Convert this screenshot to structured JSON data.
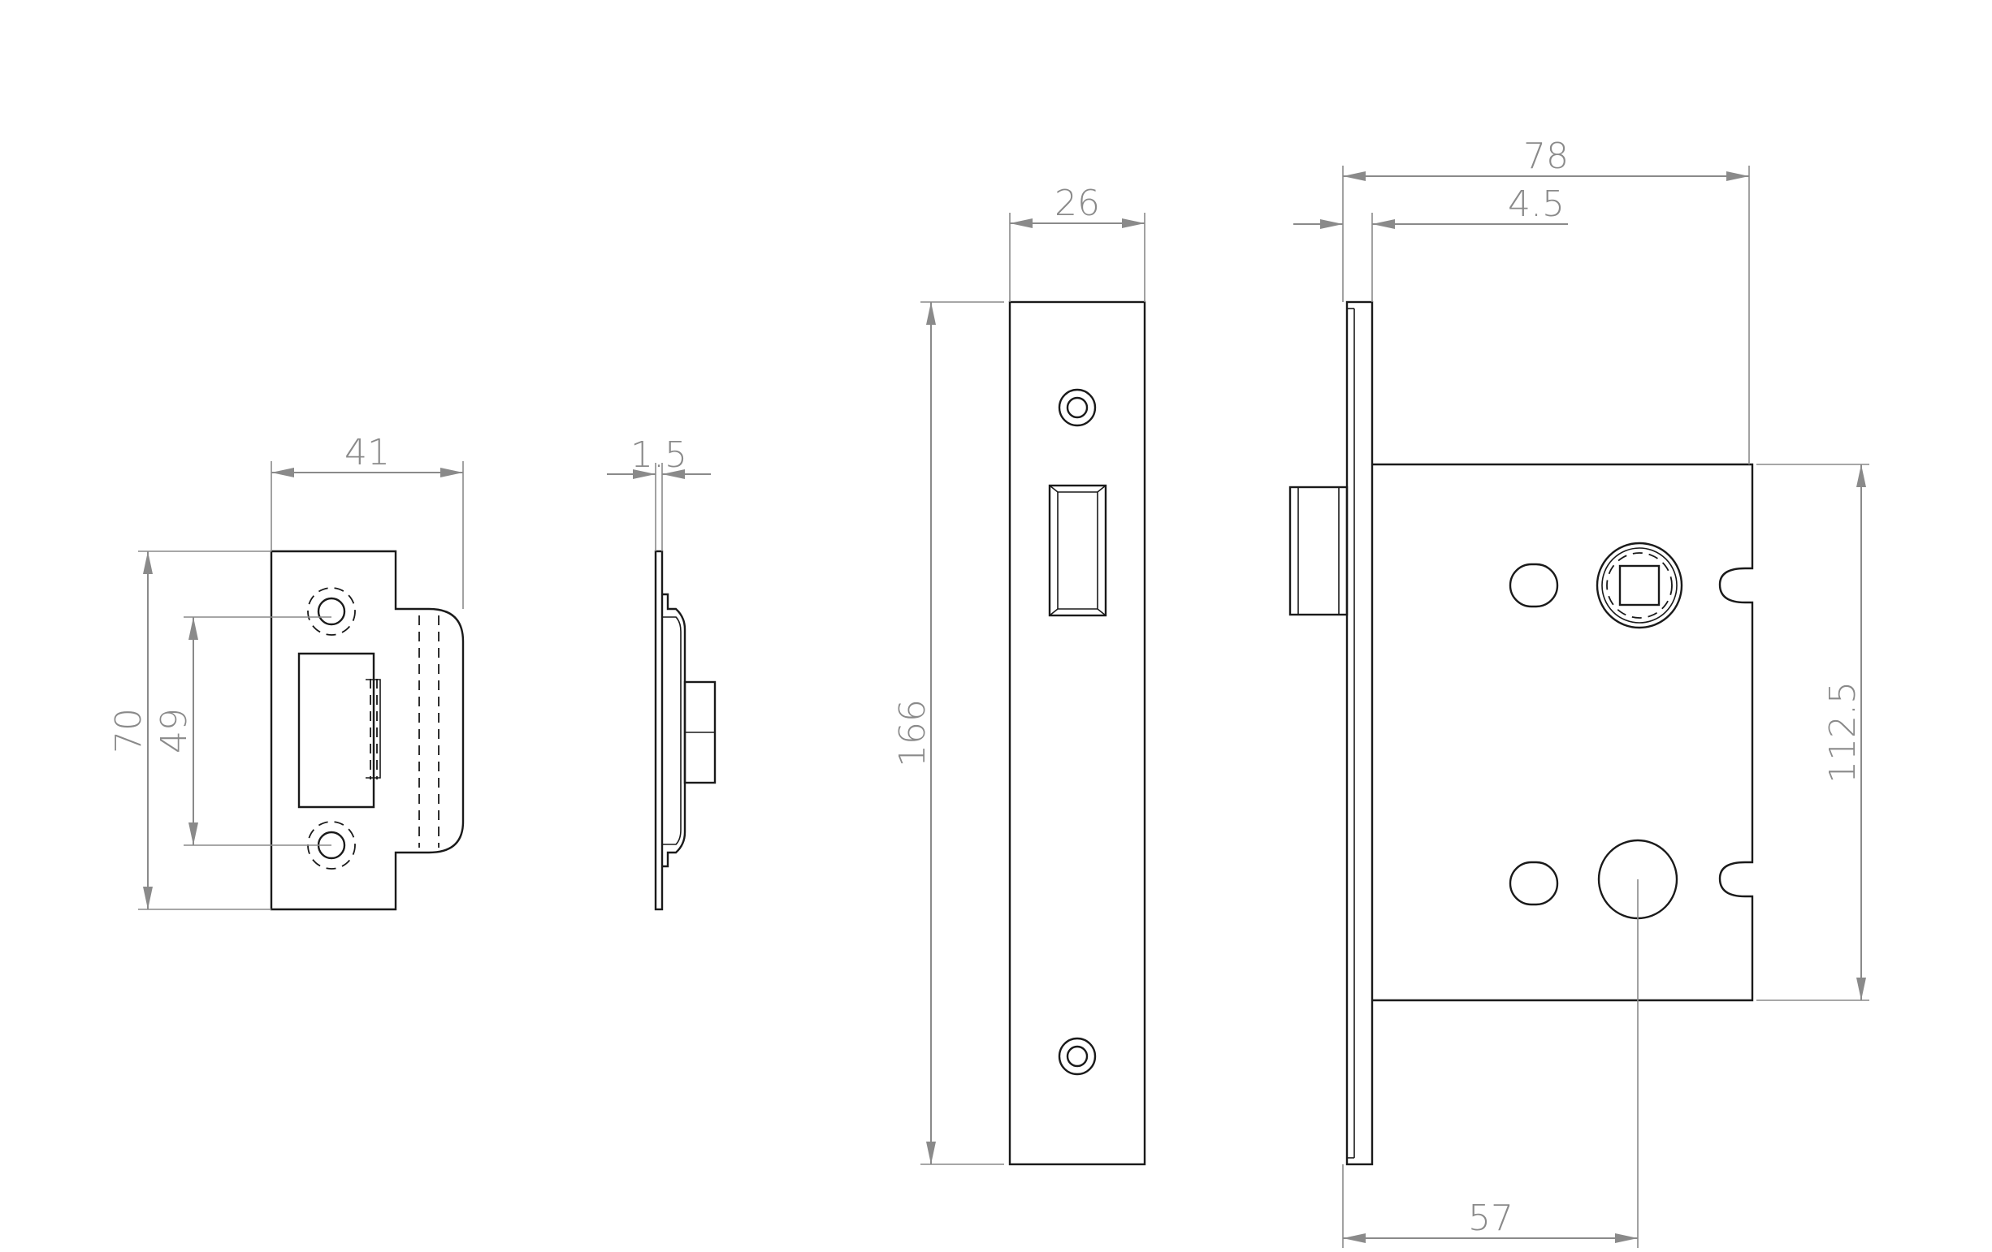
{
  "dimensions": {
    "strike_width": "41",
    "strike_height": "70",
    "strike_hole_centres": "49",
    "strike_thickness": "1.5",
    "forend_width": "26",
    "forend_height": "166",
    "case_depth": "78",
    "forend_offset": "4.5",
    "case_height": "112.5",
    "backset": "57"
  }
}
